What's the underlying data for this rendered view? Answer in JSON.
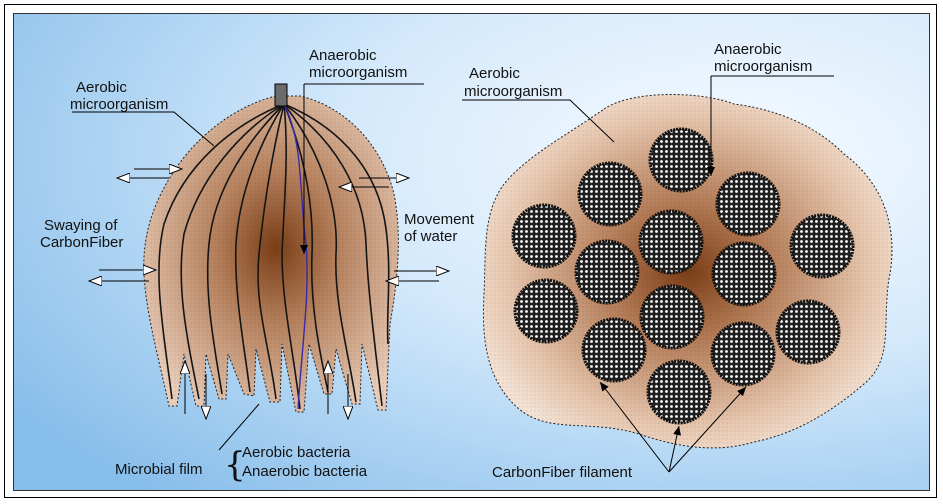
{
  "labels": {
    "aerobic_left_1": "Aerobic",
    "aerobic_left_2": "microorganism",
    "anaerobic_center_1": "Anaerobic",
    "anaerobic_center_2": "microorganism",
    "aerobic_right_1": "Aerobic",
    "aerobic_right_2": "microorganism",
    "anaerobic_right_1": "Anaerobic",
    "anaerobic_right_2": "microorganism",
    "swaying_1": "Swaying of",
    "swaying_2": "CarbonFiber",
    "movement_1": "Movement",
    "movement_2": "of water",
    "microbial_film": "Microbial film",
    "brace": "{",
    "aerobic_bacteria": "Aerobic bacteria",
    "anaerobic_bacteria": "Anaerobic bacteria",
    "carbonfiber_filament": "CarbonFiber filament"
  },
  "colors": {
    "sky_light": "#f6fbff",
    "sky_dark": "#8fc3ee",
    "biofilm_light": "#f3dcc9",
    "biofilm_core": "#7a3e16",
    "fiber_dark": "#2b2b2b",
    "blue_fiber": "#3a2aa8"
  }
}
